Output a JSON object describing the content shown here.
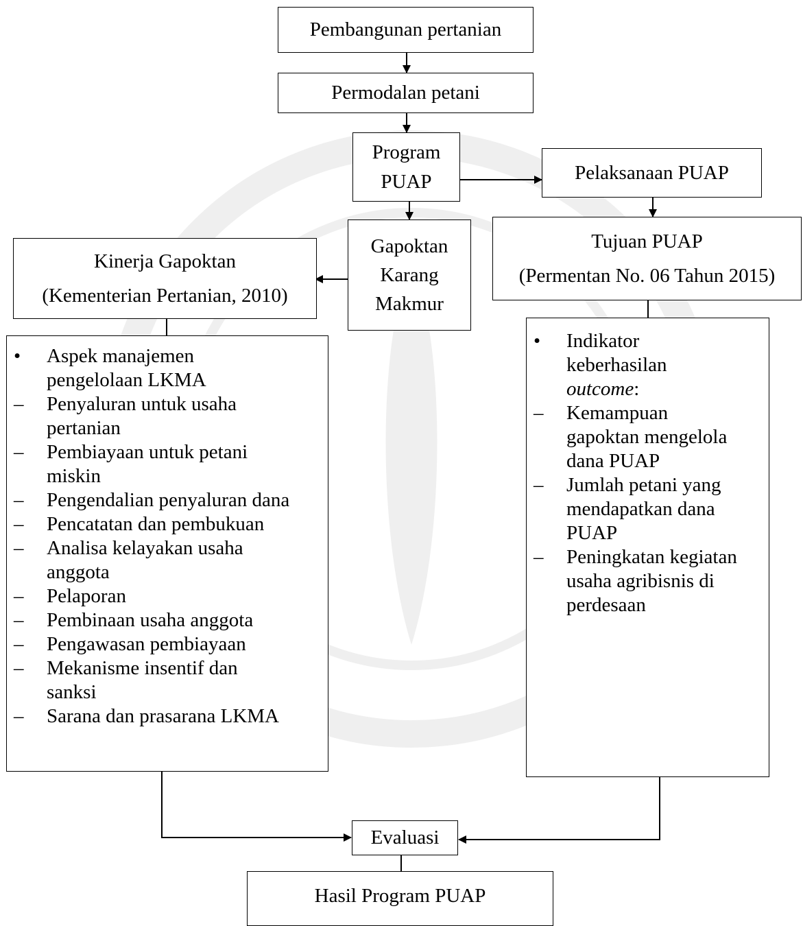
{
  "boxes": {
    "pembangunan": "Pembangunan pertanian",
    "permodalan": "Permodalan petani",
    "program_line1": "Program",
    "program_line2": "PUAP",
    "pelaksanaan": "Pelaksanaan PUAP",
    "gapoktan_line1": "Gapoktan",
    "gapoktan_line2": "Karang",
    "gapoktan_line3": "Makmur",
    "kinerja_title": "Kinerja Gapoktan",
    "kinerja_source": "(Kementerian Pertanian, 2010)",
    "tujuan_title": "Tujuan  PUAP",
    "tujuan_source": "(Permentan No. 06 Tahun 2015)",
    "evaluasi": "Evaluasi",
    "hasil": "Hasil Program PUAP"
  },
  "kinerja_list": [
    {
      "marker": "•",
      "lines": [
        "Aspek manajemen",
        "pengelolaan LKMA"
      ]
    },
    {
      "marker": "–",
      "lines": [
        "Penyaluran untuk usaha",
        "pertanian"
      ]
    },
    {
      "marker": "–",
      "lines": [
        "Pembiayaan untuk petani",
        "miskin"
      ]
    },
    {
      "marker": "–",
      "lines": [
        "Pengendalian penyaluran dana"
      ]
    },
    {
      "marker": "–",
      "lines": [
        "Pencatatan dan pembukuan"
      ]
    },
    {
      "marker": "–",
      "lines": [
        "Analisa kelayakan usaha",
        "anggota"
      ]
    },
    {
      "marker": "–",
      "lines": [
        "Pelaporan"
      ]
    },
    {
      "marker": "–",
      "lines": [
        "Pembinaan usaha anggota"
      ]
    },
    {
      "marker": "–",
      "lines": [
        "Pengawasan pembiayaan"
      ]
    },
    {
      "marker": "–",
      "lines": [
        "Mekanisme insentif dan",
        "sanksi"
      ]
    },
    {
      "marker": "–",
      "lines": [
        "Sarana dan prasarana LKMA"
      ]
    }
  ],
  "tujuan_list": [
    {
      "marker": "•",
      "lines": [
        "Indikator",
        "keberhasilan"
      ],
      "italic_line": "outcome",
      "suffix": ":"
    },
    {
      "marker": "–",
      "lines": [
        "Kemampuan",
        "gapoktan  mengelola",
        "dana PUAP"
      ]
    },
    {
      "marker": "–",
      "lines": [
        "Jumlah  petani  yang",
        "mendapatkan      dana",
        "PUAP"
      ]
    },
    {
      "marker": "–",
      "lines": [
        "Peningkatan kegiatan",
        "usaha  agribisnis  di",
        "perdesaan"
      ]
    }
  ],
  "colors": {
    "line": "#000000",
    "background": "#ffffff"
  }
}
